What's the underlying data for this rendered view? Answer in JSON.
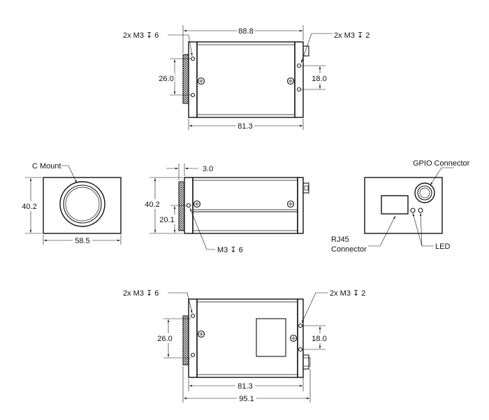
{
  "top_view": {
    "hole_left": "2x M3  ↧ 6",
    "hole_right": "2x M3  ↧ 2",
    "width_overall": "88.8",
    "width_body": "81.3",
    "hole_spacing_left": "26.0",
    "hole_spacing_right": "18.0"
  },
  "front_view": {
    "mount_label": "C Mount",
    "height": "40.2",
    "width": "58.5"
  },
  "side_view": {
    "flange_thickness": "3.0",
    "height": "40.2",
    "hole_height": "20.1",
    "hole_label": "M3  ↧ 6"
  },
  "rear_view": {
    "gpio_label": "GPIO Connector",
    "rj45_label": "RJ45\nConnector",
    "rj45_line1": "RJ45",
    "rj45_line2": "Connector",
    "led_label": "LED"
  },
  "bottom_view": {
    "hole_left": "2x M3  ↧ 6",
    "hole_right": "2x M3  ↧ 2",
    "hole_spacing_left": "26.0",
    "hole_spacing_right": "18.0",
    "width_body": "81.3",
    "width_overall": "95.1"
  }
}
